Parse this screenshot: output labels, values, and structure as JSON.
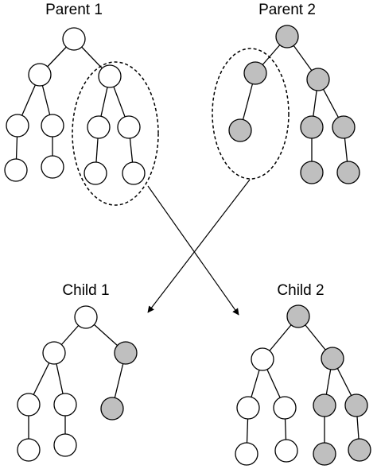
{
  "titles": {
    "parent1": "Parent 1",
    "parent2": "Parent 2",
    "child1": "Child 1",
    "child2": "Child 2"
  },
  "colors": {
    "parent1_nodes": "#ffffff",
    "parent2_nodes": "#bfbfbf",
    "outline": "#000000"
  }
}
